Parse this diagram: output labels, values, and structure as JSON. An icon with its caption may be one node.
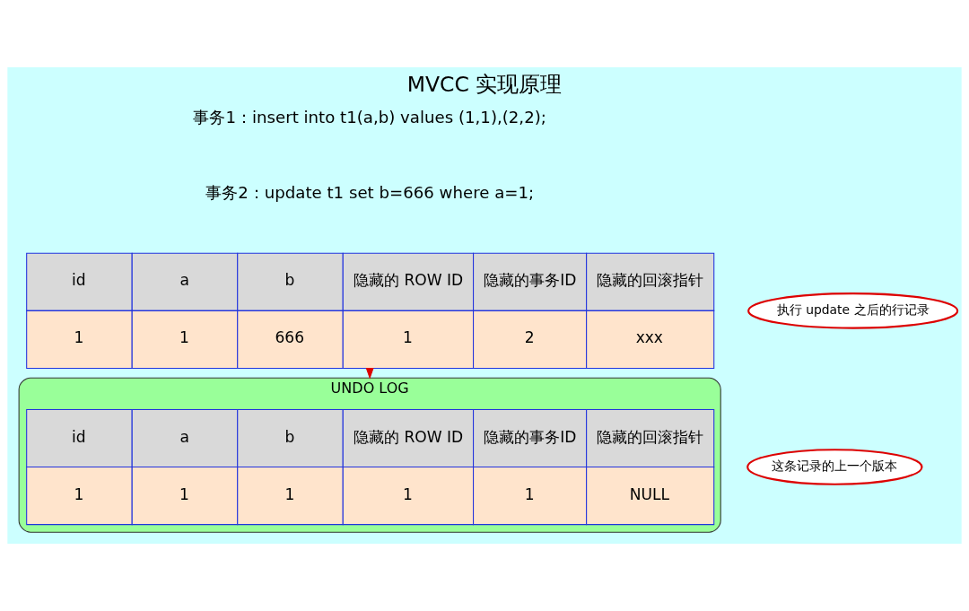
{
  "diagram": {
    "title": "MVCC 实现原理",
    "nodes": [
      {
        "text": [
          "id",
          "a",
          "b",
          "隐藏的 ROW ID",
          "隐藏的事务ID",
          "隐藏的回滚指针",
          "1",
          "1",
          "666",
          "1",
          "2",
          "xxx"
        ]
      },
      {
        "text": [
          "UNDO LOG"
        ]
      },
      {
        "text": [
          "id",
          "a",
          "b",
          "隐藏的 ROW ID",
          "隐藏的事务ID",
          "隐藏的回滚指针",
          "1",
          "1",
          "1",
          "1",
          "1",
          "NULL"
        ],
        "in": 1
      },
      {
        "text": [
          "执行 update 之后的行记录"
        ]
      },
      {
        "text": [
          "这条记录的上一个版本"
        ]
      }
    ],
    "edges": [
      {
        "from": 0,
        "to": 1,
        "arrow": "to",
        "color": "#dd0000"
      }
    ],
    "labels": [
      "事务1：insert into t1(a,b) values (1,1),(2,2);",
      "事务2：update t1 set b=666 where a=1;"
    ]
  }
}
